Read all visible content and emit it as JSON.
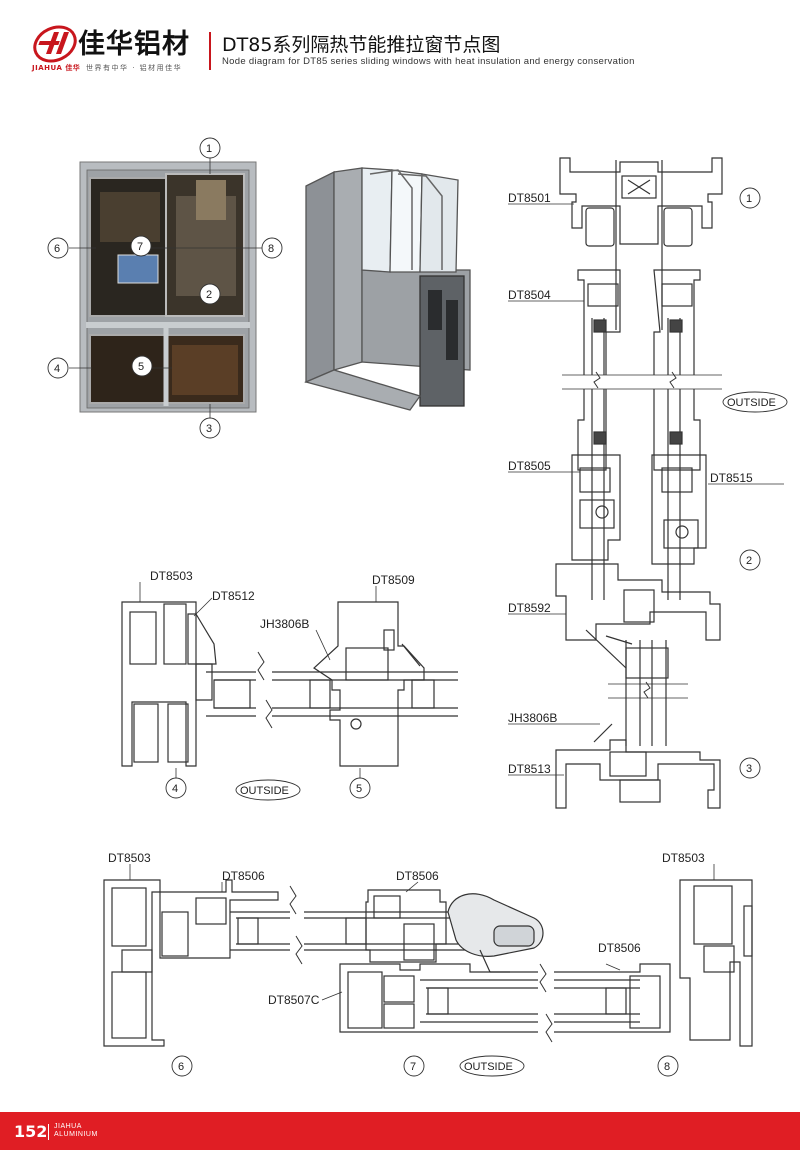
{
  "header": {
    "brand_cn": "佳华铝材",
    "brand_en": "JIAHUA",
    "brand_en_cn": "佳华",
    "slogan": "世界有中华 · 铝材用佳华",
    "title_cn": "DT85系列隔热节能推拉窗节点图",
    "title_en": "Node diagram for DT85 series sliding windows with heat insulation and energy conservation"
  },
  "photo": {
    "markers": [
      "1",
      "2",
      "3",
      "4",
      "5",
      "6",
      "7",
      "8"
    ]
  },
  "vertical_section": {
    "labels": [
      "DT8501",
      "DT8504",
      "DT8505",
      "DT8515",
      "DT8592",
      "JH3806B",
      "DT8513"
    ],
    "markers": [
      "1",
      "2",
      "3"
    ],
    "outside": "OUTSIDE"
  },
  "mid_section": {
    "labels": [
      "DT8503",
      "DT8512",
      "JH3806B",
      "DT8509"
    ],
    "markers": [
      "4",
      "5"
    ],
    "outside": "OUTSIDE"
  },
  "bottom_section": {
    "labels": [
      "DT8503",
      "DT8506",
      "DT8506",
      "DT8503",
      "DT8506",
      "DT8507C"
    ],
    "markers": [
      "6",
      "7",
      "8"
    ],
    "outside": "OUTSIDE"
  },
  "footer": {
    "page_number": "152",
    "brand_line1": "JIAHUA",
    "brand_line2": "ALUMINIUM"
  },
  "colors": {
    "brand_red": "#c8161d",
    "footer_red": "#e01e24",
    "line": "#333333"
  }
}
